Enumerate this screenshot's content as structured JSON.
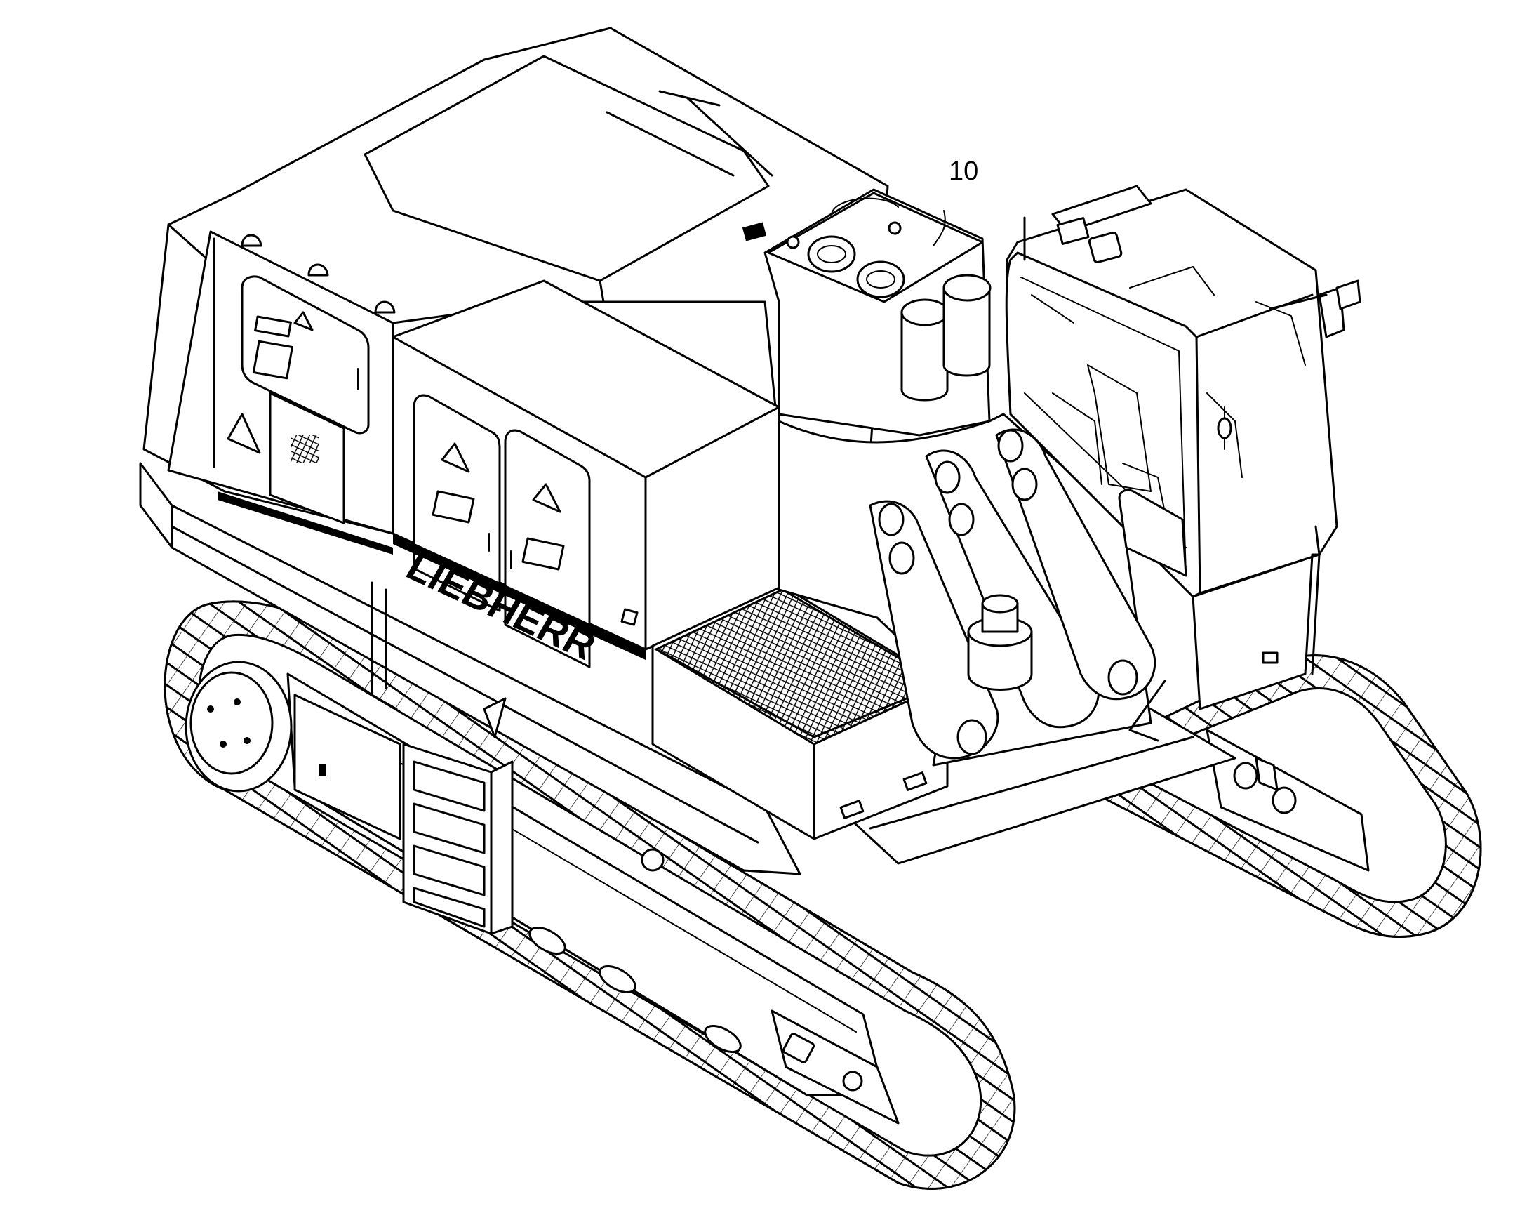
{
  "diagram": {
    "callouts": [
      {
        "id": "callout-10",
        "label": "10"
      }
    ],
    "brand_text": "LIEBHERR",
    "colors": {
      "line": "#000000",
      "background": "#ffffff"
    },
    "icons": [
      "warning-triangle-icon",
      "lifting-eye-icon",
      "door-handle-icon"
    ]
  }
}
